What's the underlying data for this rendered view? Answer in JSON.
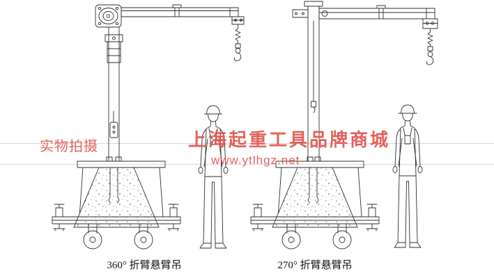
{
  "watermarks": {
    "left_text": "实物拍摄",
    "brand_text": "上海起重工具品牌商城",
    "url_text": "www.ytlhgz.net"
  },
  "captions": {
    "left": "360° 折臂悬臂吊",
    "right": "270° 折臂悬臂吊"
  },
  "colors": {
    "watermark": "#e05550",
    "separator": "#d9d9d9",
    "ink": "#2e2e2e",
    "caption": "#141414",
    "bg": "#ffffff"
  }
}
